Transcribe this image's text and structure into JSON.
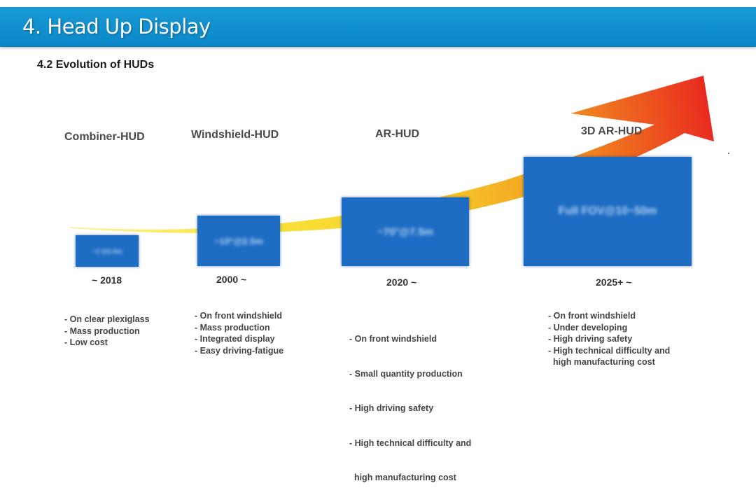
{
  "header": {
    "title": "4. Head Up Display"
  },
  "section": {
    "subtitle": "4.2 Evolution of HUDs"
  },
  "colors": {
    "header_blue": "#0a86c8",
    "box_blue": "#1e6dc4",
    "arrow_yellow": "#f7e23a",
    "arrow_orange": "#f39a1f",
    "arrow_red": "#e8271f"
  },
  "stages": [
    {
      "title": "Combiner-HUD",
      "box_label": "~1°@2.0m",
      "year": "~ 2018",
      "features": [
        "- On clear plexiglass",
        "- Mass production",
        "- Low cost"
      ]
    },
    {
      "title": "Windshield-HUD",
      "box_label": "~10°@2.5m",
      "year": "2000 ~",
      "features": [
        "- On front windshield",
        "- Mass production",
        "- Integrated display",
        "- Easy driving-fatigue"
      ]
    },
    {
      "title": "AR-HUD",
      "box_label": "~70°@7.5m",
      "year": "2020 ~",
      "features": [
        "- On front windshield",
        "- Small quantity production",
        "- High driving safety",
        "- High technical difficulty and",
        "  high manufacturing cost"
      ]
    },
    {
      "title": "3D AR-HUD",
      "box_label": "Full FOV@10~50m",
      "year": "2025+ ~",
      "features": [
        "- On front windshield",
        "- Under developing",
        "- High driving safety",
        "- High technical difficulty and",
        "  high manufacturing cost"
      ]
    }
  ]
}
